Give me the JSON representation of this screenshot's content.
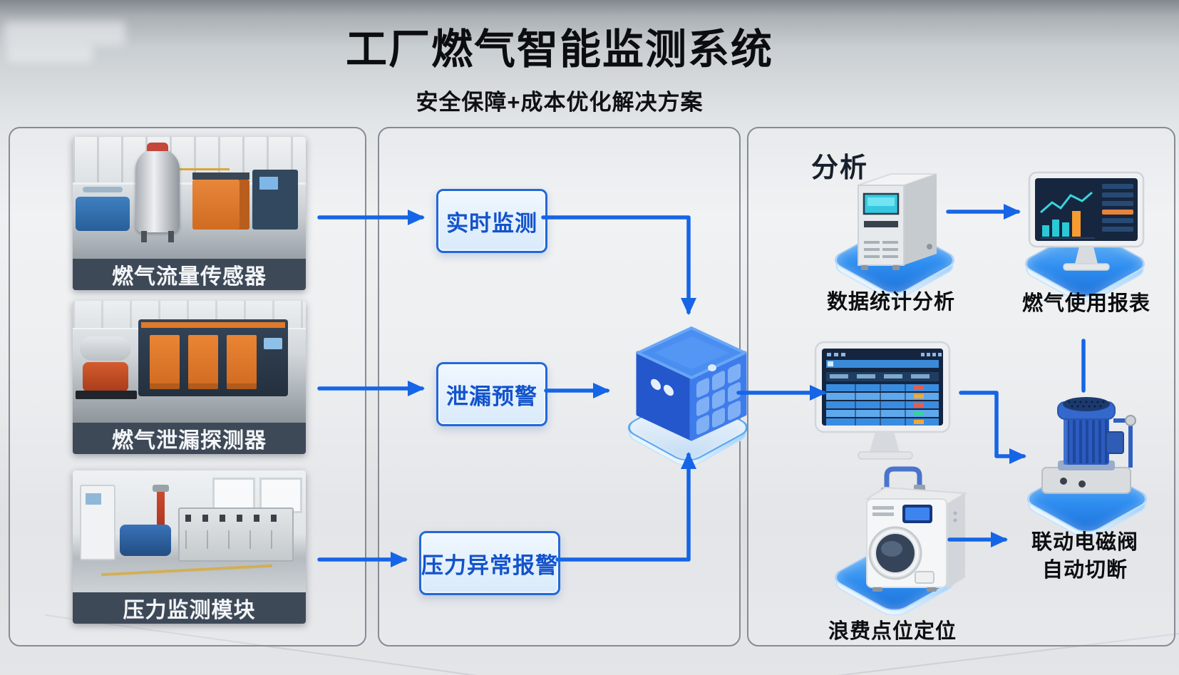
{
  "header": {
    "title": "工厂燃气智能监测系统",
    "subtitle": "安全保障+成本优化解决方案"
  },
  "sensors_panel": {
    "items": [
      {
        "label": "燃气流量传感器",
        "icon": "gas-flow-sensor-photo"
      },
      {
        "label": "燃气泄漏探测器",
        "icon": "gas-leak-detector-photo"
      },
      {
        "label": "压力监测模块",
        "icon": "pressure-module-photo"
      }
    ]
  },
  "monitoring_panel": {
    "boxes": [
      {
        "label": "实时监测"
      },
      {
        "label": "泄漏预警"
      },
      {
        "label": "压力异常报警"
      }
    ],
    "hub_icon": "gateway-cube-icon"
  },
  "analysis_panel": {
    "header": "分析",
    "stats_label": "数据统计分析",
    "report_label": "燃气使用报表",
    "waste_label": "浪费点位定位",
    "valve_label_line1": "联动电磁阀",
    "valve_label_line2": "自动切断",
    "icons": [
      "server-tower-icon",
      "dashboard-monitor-icon",
      "table-monitor-icon",
      "gas-analyzer-washer-icon",
      "solenoid-valve-pump-icon"
    ]
  },
  "colors": {
    "arrow_blue": "#1565e6",
    "process_box_border": "#2368d8",
    "process_box_fill": "#e4f0fc",
    "process_box_text": "#1353cb",
    "platform_blue": "#2f8ef0",
    "photo_caption_bg": "#2a3546",
    "title_text": "#0b0d10"
  }
}
